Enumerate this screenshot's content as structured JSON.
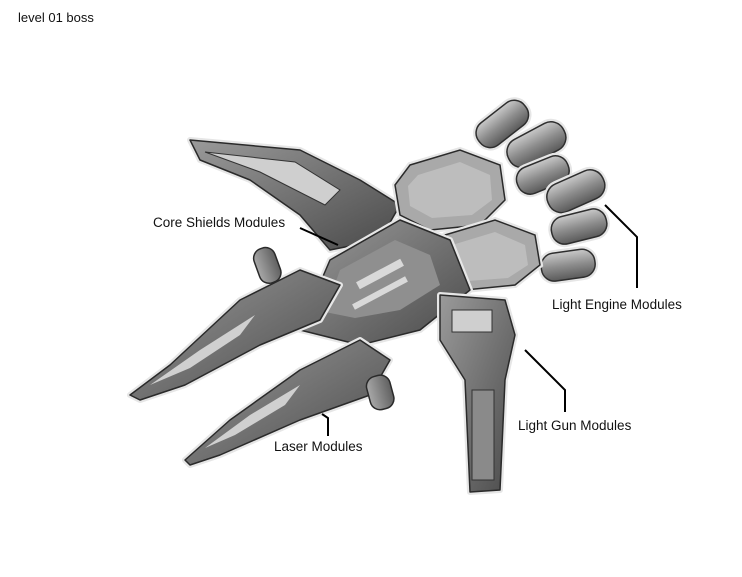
{
  "page": {
    "title": "level 01 boss"
  },
  "annotations": {
    "core_shields": "Core Shields Modules",
    "light_engine": "Light Engine Modules",
    "light_gun": "Light Gun Modules",
    "laser": "Laser Modules"
  },
  "colors": {
    "hull_dark": "#3a3a3a",
    "hull_mid": "#7a7a7a",
    "hull_light": "#b8b8b8",
    "panel_pale": "#d6d6d6",
    "outline_glow": "#e6e6e6"
  }
}
